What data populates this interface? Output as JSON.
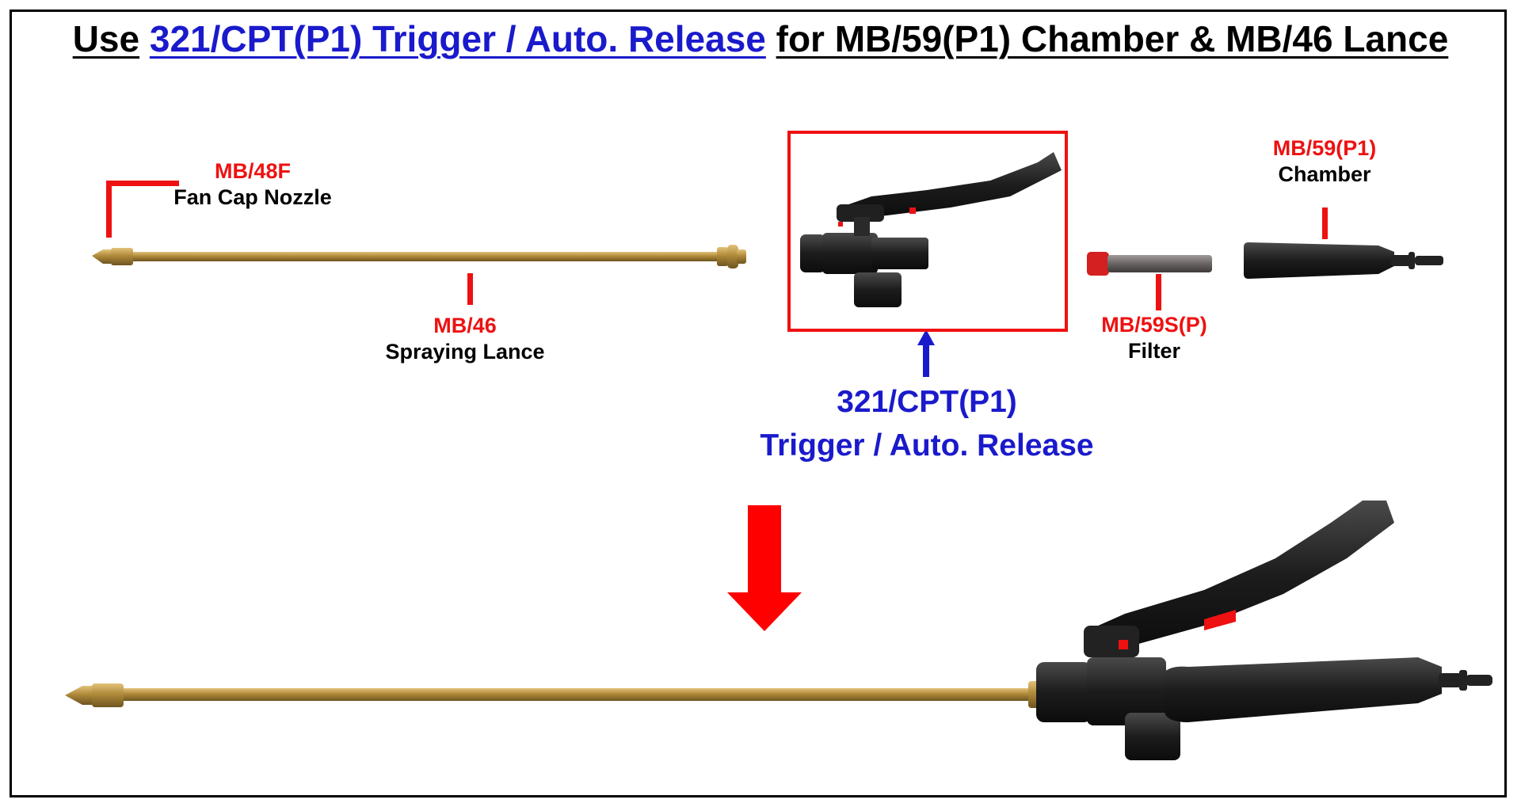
{
  "title": {
    "prefix": "Use",
    "highlight": "321/CPT(P1) Trigger / Auto. Release",
    "suffix": "for MB/59(P1) Chamber & MB/46 Lance"
  },
  "parts": {
    "nozzle": {
      "code": "MB/48F",
      "name": "Fan Cap Nozzle"
    },
    "lance": {
      "code": "MB/46",
      "name": "Spraying Lance"
    },
    "trigger": {
      "code": "321/CPT(P1)",
      "name": "Trigger / Auto. Release"
    },
    "filter": {
      "code": "MB/59S(P)",
      "name": "Filter"
    },
    "chamber": {
      "code": "MB/59(P1)",
      "name": "Chamber"
    }
  },
  "colors": {
    "highlight": "#1a1acc",
    "part_code": "#ee1111",
    "brass": "#b08a3a",
    "plastic": "#1c1c1c"
  }
}
